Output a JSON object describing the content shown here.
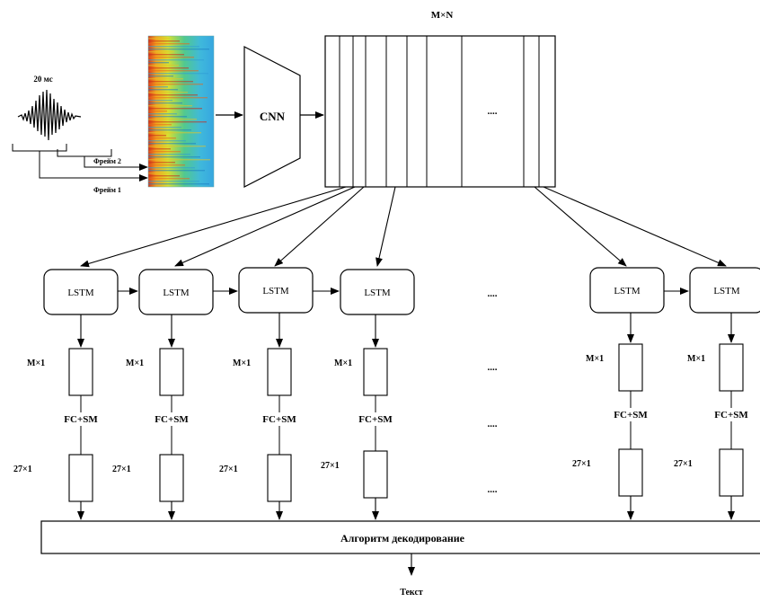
{
  "labels": {
    "frame_duration": "20 мс",
    "frame2": "Фрейм 2",
    "frame1": "Фрейм 1",
    "cnn": "CNN",
    "feature_map_size": "M×N",
    "ellipsis": "....",
    "decoder": "Алгоритм декодирование",
    "output_text": "Текст"
  },
  "columns": [
    {
      "lstm": "LSTM",
      "vec_size": "M×1",
      "fc": "FC+SM",
      "out_size": "27×1"
    },
    {
      "lstm": "LSTM",
      "vec_size": "M×1",
      "fc": "FC+SM",
      "out_size": "27×1"
    },
    {
      "lstm": "LSTM",
      "vec_size": "M×1",
      "fc": "FC+SM",
      "out_size": "27×1"
    },
    {
      "lstm": "LSTM",
      "vec_size": "M×1",
      "fc": "FC+SM",
      "out_size": "27×1"
    },
    {
      "lstm": "LSTM",
      "vec_size": "M×1",
      "fc": "FC+SM",
      "out_size": "27×1"
    },
    {
      "lstm": "LSTM",
      "vec_size": "M×1",
      "fc": "FC+SM",
      "out_size": "27×1"
    }
  ],
  "colors": {
    "stroke": "#000000",
    "background": "#ffffff"
  }
}
